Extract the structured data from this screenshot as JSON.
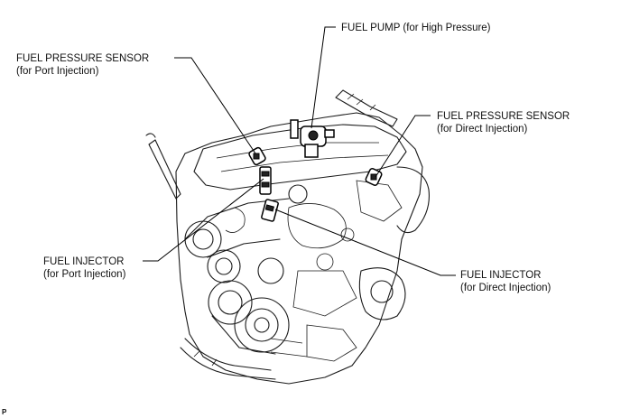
{
  "labels": {
    "fuel_pump": {
      "title": "FUEL PUMP (for High Pressure)"
    },
    "sensor_port": {
      "title": "FUEL PRESSURE SENSOR",
      "sub": "(for Port Injection)"
    },
    "sensor_direct": {
      "title": "FUEL PRESSURE SENSOR",
      "sub": "(for Direct Injection)"
    },
    "injector_port": {
      "title": "FUEL INJECTOR",
      "sub": "(for Port Injection)"
    },
    "injector_direct": {
      "title": "FUEL INJECTOR",
      "sub": "(for Direct Injection)"
    }
  },
  "figure_code": "P",
  "icons": [
    "engine-drawing",
    "fuel-pump-icon",
    "pressure-sensor-icon",
    "fuel-injector-icon"
  ]
}
